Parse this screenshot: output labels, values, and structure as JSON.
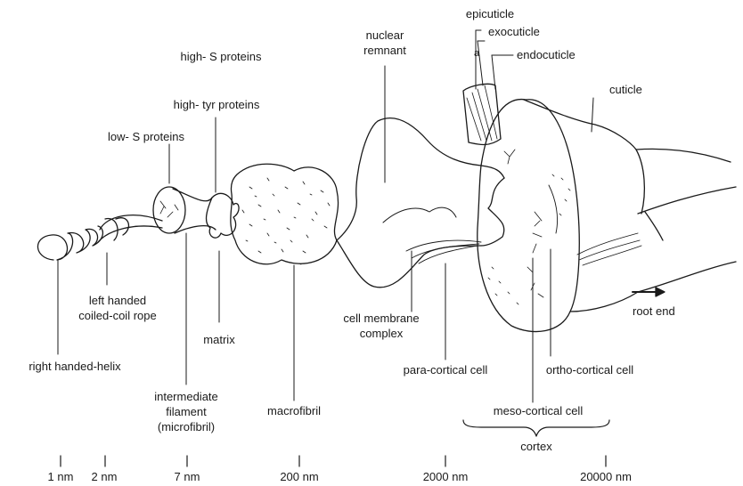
{
  "labels": {
    "epicuticle": "epicuticle",
    "exocuticle": "exocuticle",
    "a": "a",
    "endocuticle": "endocuticle",
    "nuclear_remnant_1": "nuclear",
    "nuclear_remnant_2": "remnant",
    "high_s_proteins": "high- S proteins",
    "high_tyr_proteins": "high- tyr proteins",
    "low_s_proteins": "low- S proteins",
    "cuticle": "cuticle",
    "root_end": "root end",
    "left_handed_1": "left handed",
    "left_handed_2": "coiled-coil rope",
    "cell_membrane_1": "cell membrane",
    "cell_membrane_2": "complex",
    "matrix": "matrix",
    "right_handed_helix": "right handed-helix",
    "para_cortical_cell": "para-cortical cell",
    "ortho_cortical_cell": "ortho-cortical cell",
    "intermediate_1": "intermediate",
    "intermediate_2": "filament",
    "intermediate_3": "(microfibril)",
    "macrofibril": "macrofibril",
    "meso_cortical_cell": "meso-cortical cell",
    "cortex": "cortex"
  },
  "scale": [
    "1 nm",
    "2 nm",
    "7 nm",
    "200 nm",
    "2000 nm",
    "20000 nm"
  ]
}
